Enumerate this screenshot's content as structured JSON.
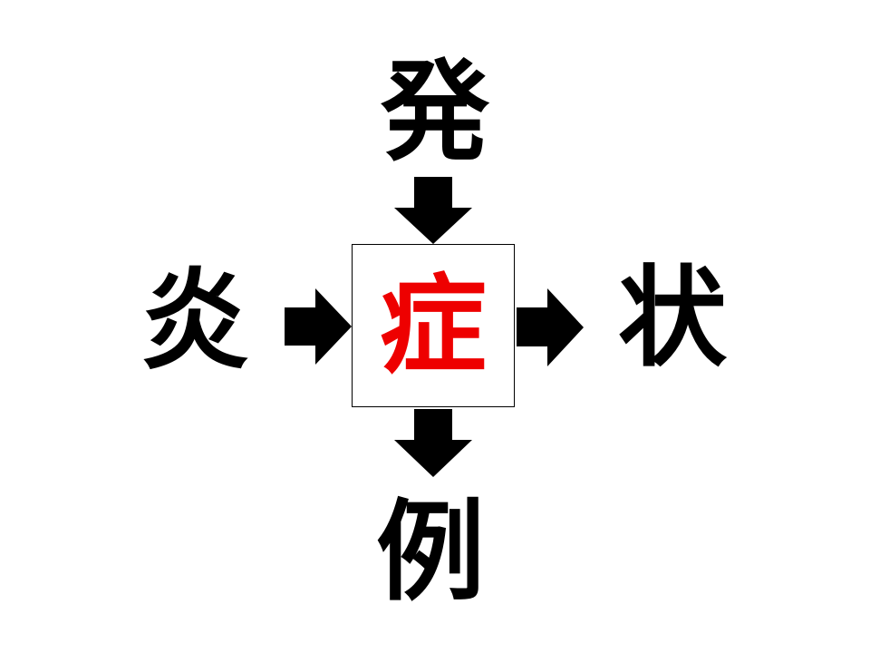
{
  "puzzle": {
    "top": "発",
    "left": "炎",
    "right": "状",
    "bottom": "例",
    "answer": "症"
  },
  "colors": {
    "answer": "#ee0000",
    "text": "#000000",
    "arrow": "#000000"
  }
}
